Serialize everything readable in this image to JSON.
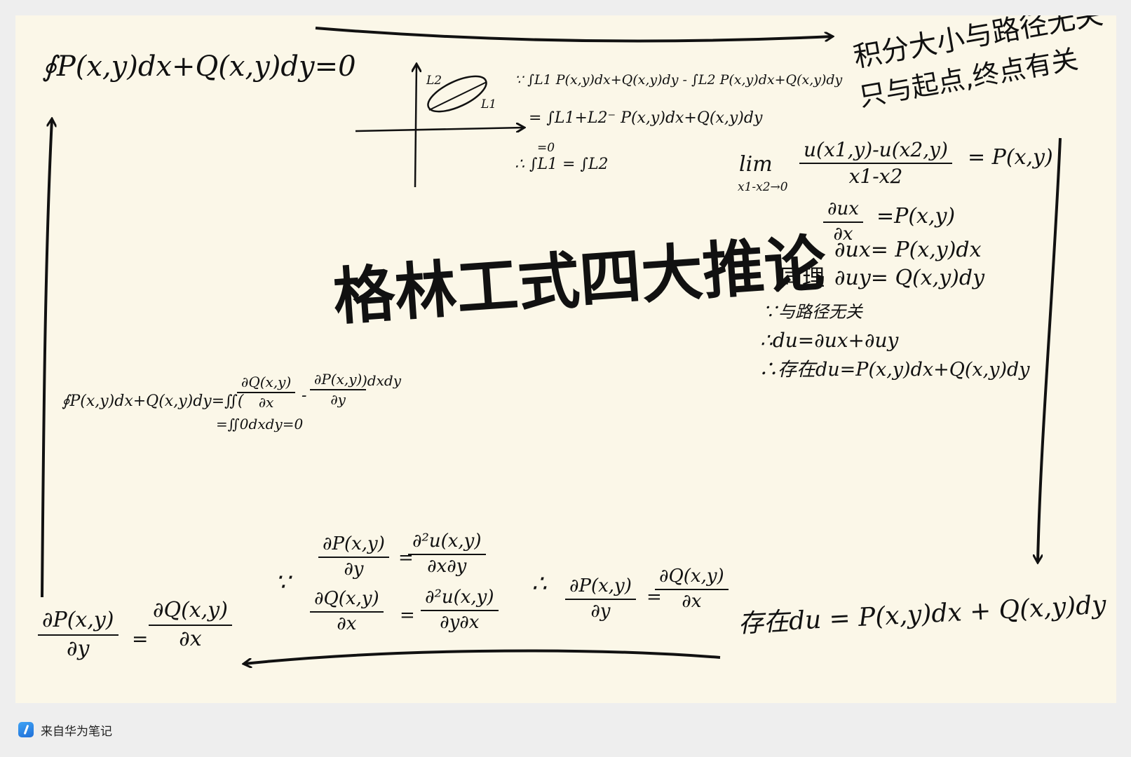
{
  "note": {
    "title": "格林工式四大推论",
    "top_left_formula": "∮P(x,y)dx+Q(x,y)dy=0",
    "path_integral_line1": "∵ ∫L1 P(x,y)dx+Q(x,y)dy - ∫L2 P(x,y)dx+Q(x,y)dy",
    "path_integral_line2": "= ∫L1+L2⁻ P(x,y)dx+Q(x,y)dy",
    "path_integral_line3": "=0",
    "path_integral_line4": "∴ ∫L1 = ∫L2",
    "graph_label_l1": "L1",
    "graph_label_l2": "L2",
    "independence_line1": "积分大小与路径无关",
    "independence_line2": "只与起点,终点有关",
    "limit_label": "lim",
    "limit_subscript": "x1-x2→0",
    "limit_numerator": "u(x1,y)-u(x2,y)",
    "limit_denominator": "x1-x2",
    "limit_result": "= P(x,y)",
    "partial_ux_num": "∂ux",
    "partial_ux_den": "∂x",
    "partial_ux_result": "=P(x,y)",
    "dux_eq": "∂ux= P(x,y)dx",
    "similarly_label": "同理",
    "duy_eq": "∂uy= Q(x,y)dy",
    "path_indep_since": "∵与路径无关",
    "du_sum": "∴du=∂ux+∂uy",
    "exists_du_right": "∴存在du=P(x,y)dx+Q(x,y)dy",
    "exists_du_bottom": "存在du = P(x,y)dx + Q(x,y)dy",
    "green_lhs": "∮P(x,y)dx+Q(x,y)dy=∬(",
    "green_frac1_num": "∂Q(x,y)",
    "green_frac1_den": "∂x",
    "green_minus": "-",
    "green_frac2_num": "∂P(x,y)",
    "green_frac2_den": "∂y",
    "green_rhs": ")dxdy",
    "green_zero": "=∬0dxdy=0",
    "because_sym": "∵",
    "mixed_p_num": "∂P(x,y)",
    "mixed_p_den": "∂y",
    "mixed_p_eq": "=",
    "mixed_p_rhs_num": "∂²u(x,y)",
    "mixed_p_rhs_den": "∂x∂y",
    "mixed_q_num": "∂Q(x,y)",
    "mixed_q_den": "∂x",
    "mixed_q_eq": "=",
    "mixed_q_rhs_num": "∂²u(x,y)",
    "mixed_q_rhs_den": "∂y∂x",
    "therefore_sym": "∴",
    "concl_p_num": "∂P(x,y)",
    "concl_p_den": "∂y",
    "concl_eq": "=",
    "concl_q_num": "∂Q(x,y)",
    "concl_q_den": "∂x",
    "bottom_left_p_num": "∂P(x,y)",
    "bottom_left_p_den": "∂y",
    "bottom_left_eq": "=",
    "bottom_left_q_num": "∂Q(x,y)",
    "bottom_left_q_den": "∂x"
  },
  "footer": {
    "icon": "huawei-notes-icon",
    "source_label": "来自华为笔记"
  },
  "colors": {
    "paper": "#fbf7e8",
    "ink": "#111111",
    "background": "#eeeeee"
  }
}
